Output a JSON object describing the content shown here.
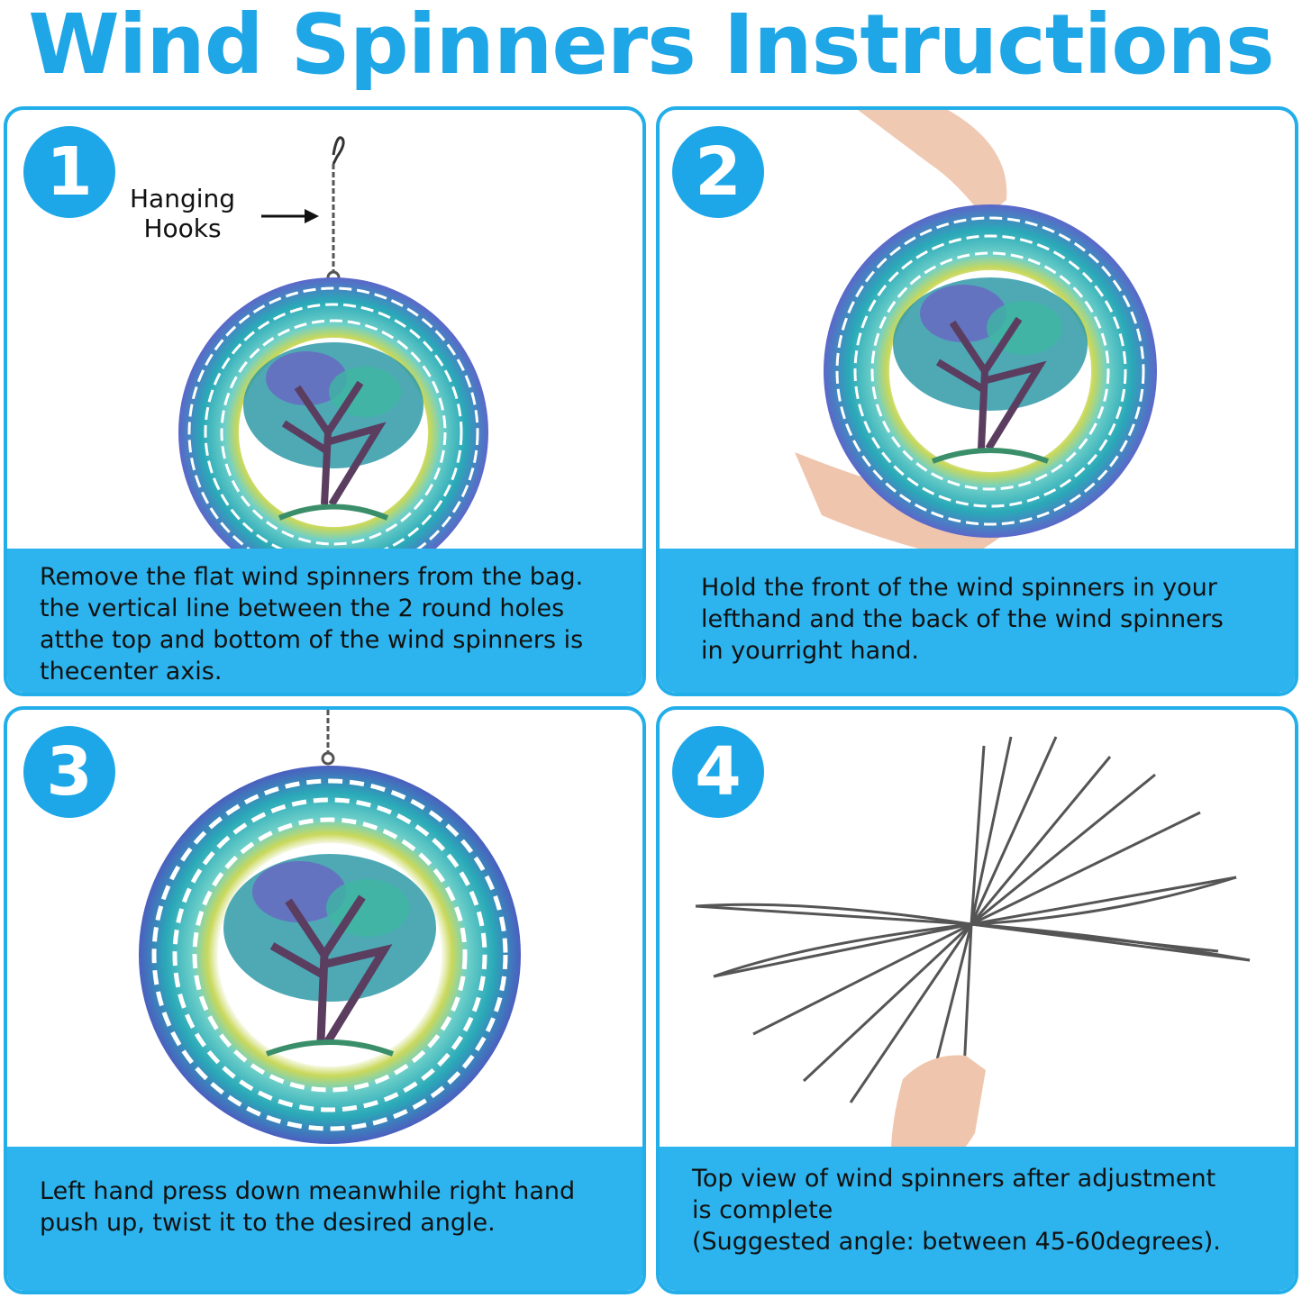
{
  "title": "Wind Spinners Instructions",
  "colors": {
    "accent": "#1fa6e6",
    "caption_bg": "#2db4ee",
    "border": "#22aee9"
  },
  "steps": [
    {
      "number": "1",
      "label_line1": "Hanging",
      "label_line2": "Hooks",
      "lines": [
        "Remove the flat wind spinners from the bag.",
        "the vertical line between the 2 round holes",
        "atthe top and bottom of the wind spinners is",
        "thecenter axis."
      ]
    },
    {
      "number": "2",
      "lines": [
        "Hold the front of the wind spinners in your",
        "lefthand and the back of the wind spinners",
        "in yourright hand."
      ]
    },
    {
      "number": "3",
      "lines": [
        "Left hand press down meanwhile right hand",
        "push up, twist it to the desired angle."
      ]
    },
    {
      "number": "4",
      "lines": [
        "Top view of wind spinners after adjustment",
        "is complete",
        "(Suggested angle: between 45-60degrees)."
      ]
    }
  ]
}
